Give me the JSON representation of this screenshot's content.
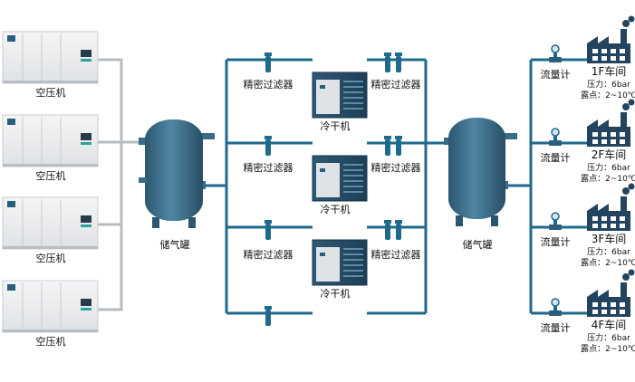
{
  "labels": {
    "compressor": "空压机",
    "tank": "储气罐",
    "filter": "精密过滤器",
    "dryer": "冷干机",
    "flowmeter": "流量计",
    "pressure": "压力：6bar",
    "dewpoint": "露点：2~10℃"
  },
  "workshops": [
    "1F车间",
    "2F车间",
    "3F车间",
    "4F车间"
  ],
  "colors": {
    "pipe": "#1e6a8d",
    "pipe_gray": "#b7bcc0",
    "tank": "#3a6a86",
    "factory": "#23445f",
    "accent": "#2aa39a"
  }
}
